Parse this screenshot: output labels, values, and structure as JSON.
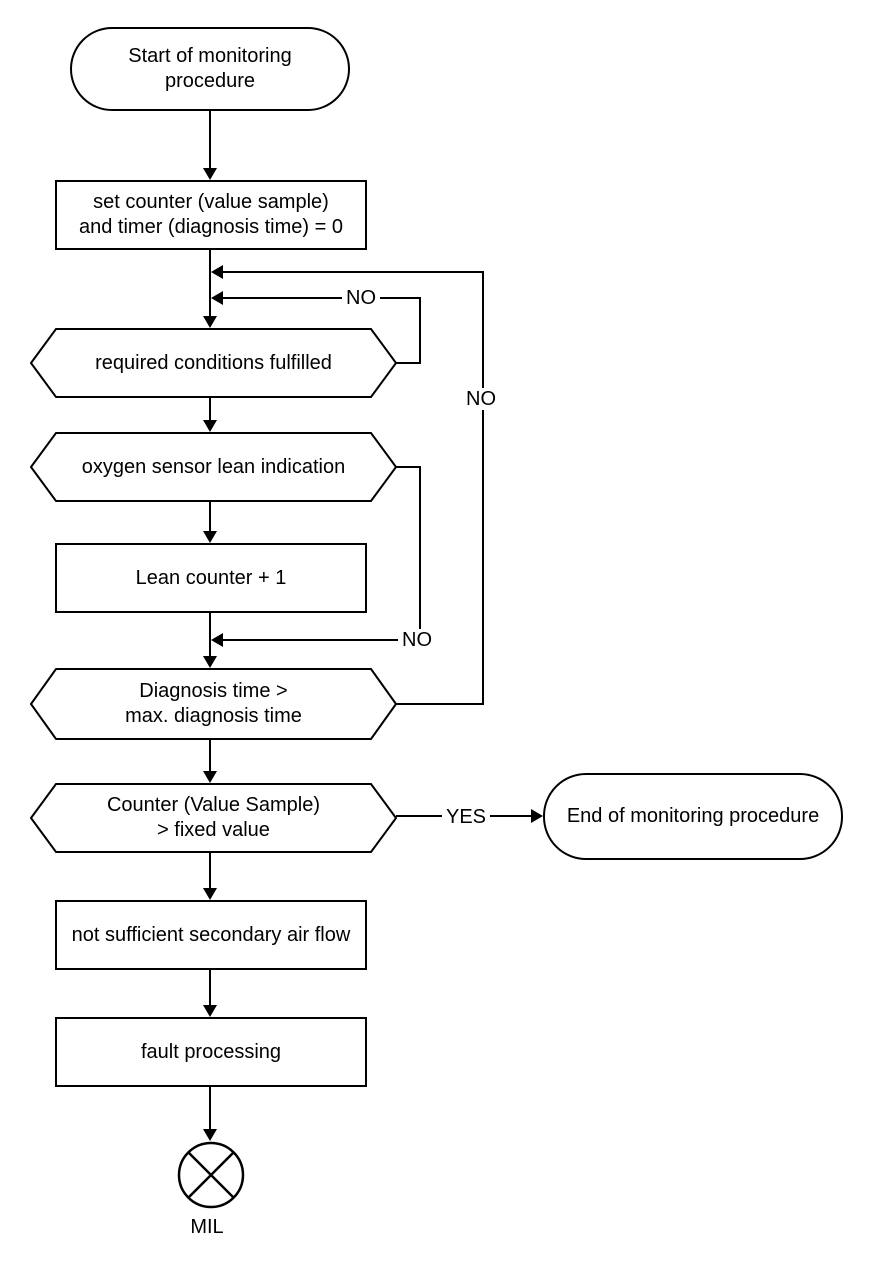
{
  "diagram": {
    "type": "flowchart",
    "background_color": "#ffffff",
    "stroke_color": "#000000",
    "text_color": "#000000",
    "nodes": {
      "start": {
        "shape": "terminator",
        "label": "Start of monitoring\nprocedure"
      },
      "set_counter_timer": {
        "shape": "process",
        "label": "set counter (value sample)\nand timer (diagnosis time) = 0"
      },
      "required_conditions": {
        "shape": "decision",
        "label": "required conditions fulfilled"
      },
      "oxygen_sensor_lean": {
        "shape": "decision",
        "label": "oxygen sensor lean indication"
      },
      "lean_counter": {
        "shape": "process",
        "label": "Lean counter + 1"
      },
      "diagnosis_time": {
        "shape": "decision",
        "label": "Diagnosis time >\nmax. diagnosis time"
      },
      "counter_value_sample": {
        "shape": "decision",
        "label": "Counter (Value Sample)\n> fixed value"
      },
      "not_sufficient_airflow": {
        "shape": "process",
        "label": "not sufficient secondary air flow"
      },
      "fault_processing": {
        "shape": "process",
        "label": "fault processing"
      },
      "end": {
        "shape": "terminator",
        "label": "End of monitoring procedure"
      },
      "mil": {
        "shape": "indicator-lamp",
        "label": "MIL"
      }
    },
    "edge_labels": {
      "required_conditions_no": "NO",
      "oxygen_sensor_no": "NO",
      "diagnosis_time_no": "NO",
      "counter_value_yes": "YES"
    }
  }
}
